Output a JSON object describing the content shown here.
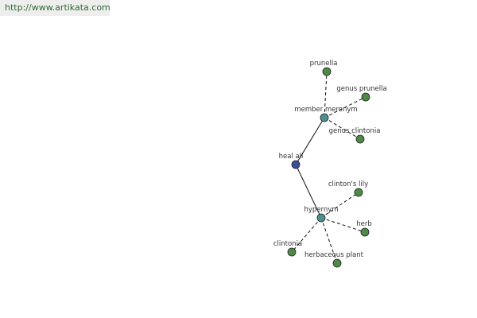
{
  "banner": {
    "url": "http://www.artikata.com"
  },
  "colors": {
    "center": "#3b4f9c",
    "relation": "#4e8f8f",
    "leaf": "#4e8a46",
    "stroke": "#222222",
    "edge": "#111111"
  },
  "graph": {
    "center": {
      "id": "heal-all",
      "label": "heal all"
    },
    "relations": [
      {
        "id": "member-meronym",
        "label": "member meronym"
      },
      {
        "id": "hypernym",
        "label": "hypernym"
      }
    ],
    "leaves": [
      {
        "id": "prunella",
        "label": "prunella",
        "parent": "member-meronym"
      },
      {
        "id": "genus-prunella",
        "label": "genus prunella",
        "parent": "member-meronym"
      },
      {
        "id": "genus-clintonia",
        "label": "genus clintonia",
        "parent": "member-meronym"
      },
      {
        "id": "clintons-lily",
        "label": "clinton's lily",
        "parent": "hypernym"
      },
      {
        "id": "herb",
        "label": "herb",
        "parent": "hypernym"
      },
      {
        "id": "herbaceous-plant",
        "label": "herbaceous plant",
        "parent": "hypernym"
      },
      {
        "id": "clintonia",
        "label": "clintonia",
        "parent": "hypernym"
      }
    ]
  }
}
